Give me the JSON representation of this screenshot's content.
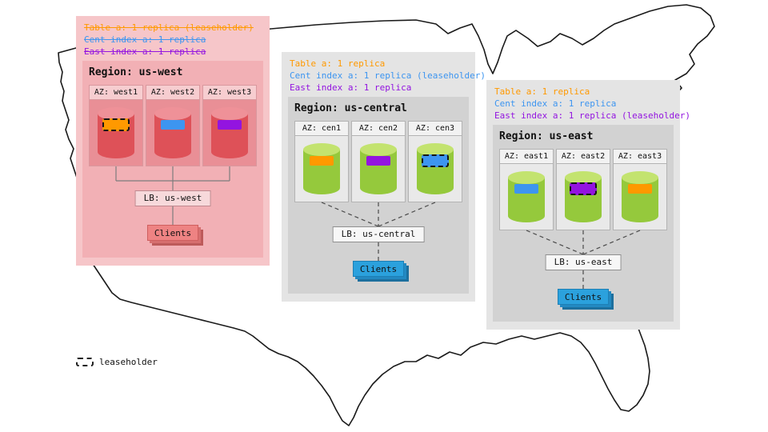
{
  "legend": {
    "label": "leaseholder"
  },
  "colors": {
    "table_a_orange": "#ff9900",
    "cent_index_blue": "#3d95f0",
    "east_index_purple": "#9314e0"
  },
  "west": {
    "notes": {
      "table": "Table a: 1 replica (leaseholder)",
      "cent": "Cent index a: 1 replica",
      "east": "East index a: 1 replica",
      "struck_through": true
    },
    "region_label": "Region: us-west",
    "azs": [
      {
        "label": "AZ: west1",
        "replica_chip": "table a",
        "chip_color": "#ff9900",
        "leaseholder": true
      },
      {
        "label": "AZ: west2",
        "replica_chip": "cent index a",
        "chip_color": "#3d95f0",
        "leaseholder": false
      },
      {
        "label": "AZ: west3",
        "replica_chip": "east index a",
        "chip_color": "#9314e0",
        "leaseholder": false
      }
    ],
    "lb_label": "LB: us-west",
    "clients_label": "Clients"
  },
  "central": {
    "notes": {
      "table": "Table a: 1 replica",
      "cent": "Cent index a: 1 replica (leaseholder)",
      "east": "East index a: 1 replica",
      "struck_through": false
    },
    "region_label": "Region: us-central",
    "azs": [
      {
        "label": "AZ: cen1",
        "replica_chip": "table a",
        "chip_color": "#ff9900",
        "leaseholder": false
      },
      {
        "label": "AZ: cen2",
        "replica_chip": "east index a",
        "chip_color": "#9314e0",
        "leaseholder": false
      },
      {
        "label": "AZ: cen3",
        "replica_chip": "cent index a",
        "chip_color": "#3d95f0",
        "leaseholder": true
      }
    ],
    "lb_label": "LB: us-central",
    "clients_label": "Clients"
  },
  "east": {
    "notes": {
      "table": "Table a: 1 replica",
      "cent": "Cent index a: 1 replica",
      "east": "East index a: 1 replica (leaseholder)",
      "struck_through": false
    },
    "region_label": "Region: us-east",
    "azs": [
      {
        "label": "AZ: east1",
        "replica_chip": "cent index a",
        "chip_color": "#3d95f0",
        "leaseholder": false
      },
      {
        "label": "AZ: east2",
        "replica_chip": "east index a",
        "chip_color": "#9314e0",
        "leaseholder": true
      },
      {
        "label": "AZ: east3",
        "replica_chip": "table a",
        "chip_color": "#ff9900",
        "leaseholder": false
      }
    ],
    "lb_label": "LB: us-east",
    "clients_label": "Clients"
  }
}
